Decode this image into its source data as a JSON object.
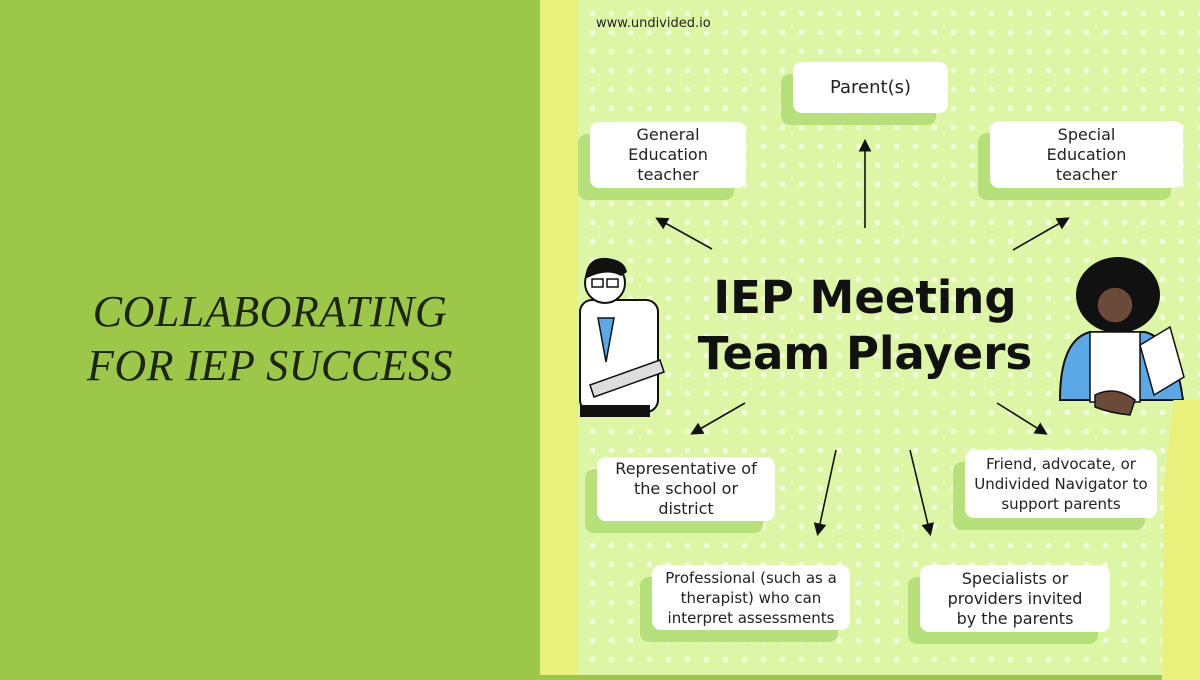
{
  "left_panel": {
    "title_line1": "COLLABORATING",
    "title_line2": "FOR IEP SUCCESS",
    "color": "#9cc749"
  },
  "infographic": {
    "url": "www.undivided.io",
    "title_line1": "IEP Meeting",
    "title_line2": "Team Players",
    "background": "#ddf6a6",
    "accent_yellow": "#e9f17c",
    "roles": {
      "parents": "Parent(s)",
      "general_ed": "General Education teacher",
      "special_ed": "Special Education teacher",
      "representative": "Representative of the school or district",
      "friend": "Friend, advocate, or Undivided Navigator to support parents",
      "professional": "Professional (such as a therapist) who can interpret assessments",
      "specialists": "Specialists or providers invited by the parents"
    }
  }
}
